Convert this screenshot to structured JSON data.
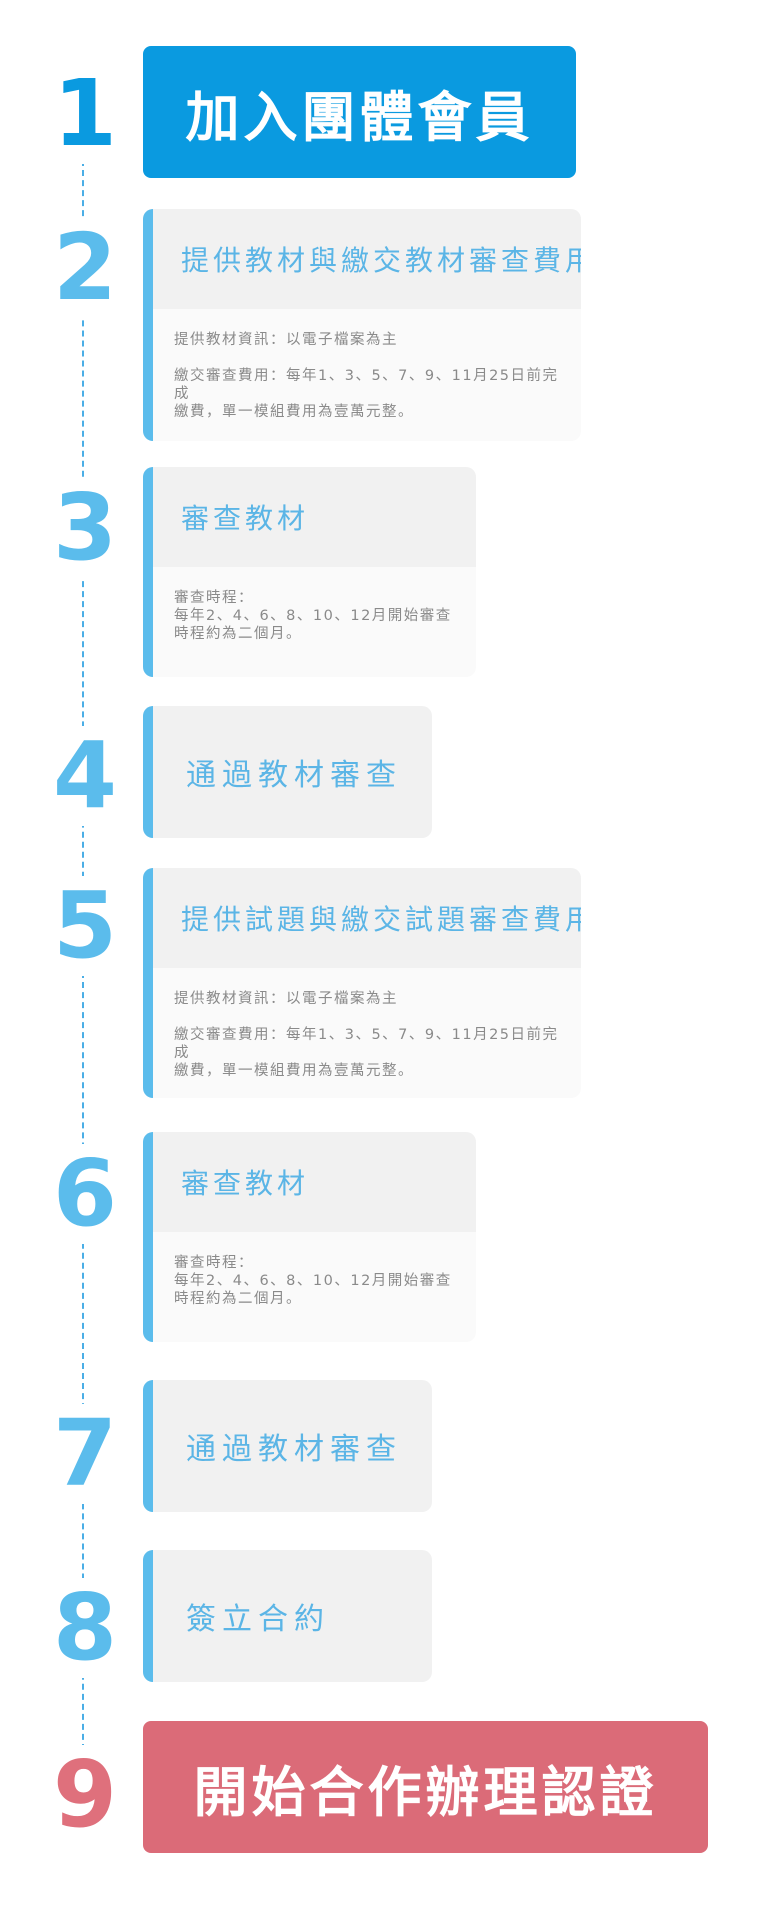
{
  "steps": [
    {
      "number": "1",
      "title": "加入團體會員"
    },
    {
      "number": "2",
      "title": "提供教材與繳交教材審查費用",
      "line1": "提供教材資訊：以電子檔案為主",
      "line2": "繳交審查費用：每年1、3、5、7、9、11月25日前完成\n繳費，單一模組費用為壹萬元整。"
    },
    {
      "number": "3",
      "title": "審查教材",
      "line1": "審查時程：\n每年2、4、6、8、10、12月開始審查\n時程約為二個月。"
    },
    {
      "number": "4",
      "title": "通過教材審查"
    },
    {
      "number": "5",
      "title": "提供試題與繳交試題審查費用",
      "line1": "提供教材資訊：以電子檔案為主",
      "line2": "繳交審查費用：每年1、3、5、7、9、11月25日前完成\n繳費，單一模組費用為壹萬元整。"
    },
    {
      "number": "6",
      "title": "審查教材",
      "line1": "審查時程：\n每年2、4、6、8、10、12月開始審查\n時程約為二個月。"
    },
    {
      "number": "7",
      "title": "通過教材審查"
    },
    {
      "number": "8",
      "title": "簽立合約"
    },
    {
      "number": "9",
      "title": "開始合作辦理認證"
    }
  ],
  "colors": {
    "start_banner": "#0a9ae0",
    "end_banner": "#db6b78",
    "accent": "#5bbcec",
    "card_head_bg": "#f1f1f1",
    "card_body_bg": "#fafafa",
    "body_text": "#8a8a8a"
  }
}
